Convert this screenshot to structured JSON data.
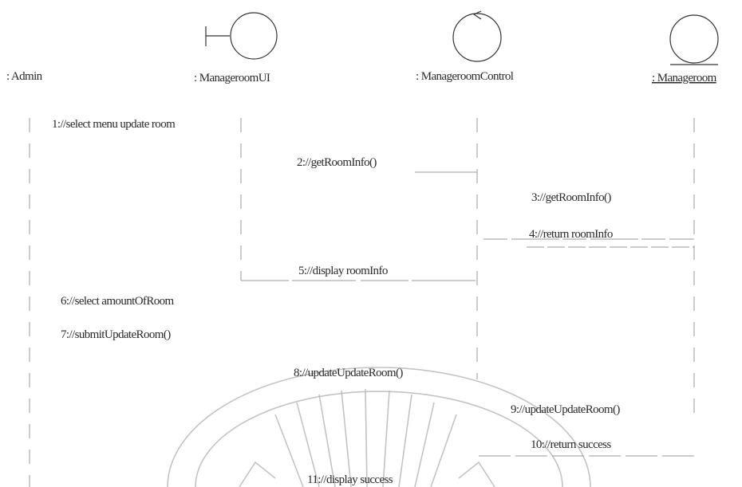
{
  "lifelines": [
    {
      "label": ": Admin"
    },
    {
      "label": ": ManageroomUI"
    },
    {
      "label": ": ManageroomControl"
    },
    {
      "label": ": Manageroom"
    }
  ],
  "messages": [
    {
      "label": "1://select menu update room"
    },
    {
      "label": "2://getRoomInfo()"
    },
    {
      "label": "3://getRoomInfo()"
    },
    {
      "label": "4://return roomInfo"
    },
    {
      "label": "5://display roomInfo"
    },
    {
      "label": "6://select amountOfRoom"
    },
    {
      "label": "7://submitUpdateRoom()"
    },
    {
      "label": "8://updateUpdateRoom()"
    },
    {
      "label": "9://updateUpdateRoom()"
    },
    {
      "label": "10://return success"
    },
    {
      "label": "11://display success"
    }
  ],
  "icons": {
    "boundary": "boundary-icon",
    "control": "control-icon",
    "entity": "entity-icon",
    "watermark": "watermark-seal"
  }
}
